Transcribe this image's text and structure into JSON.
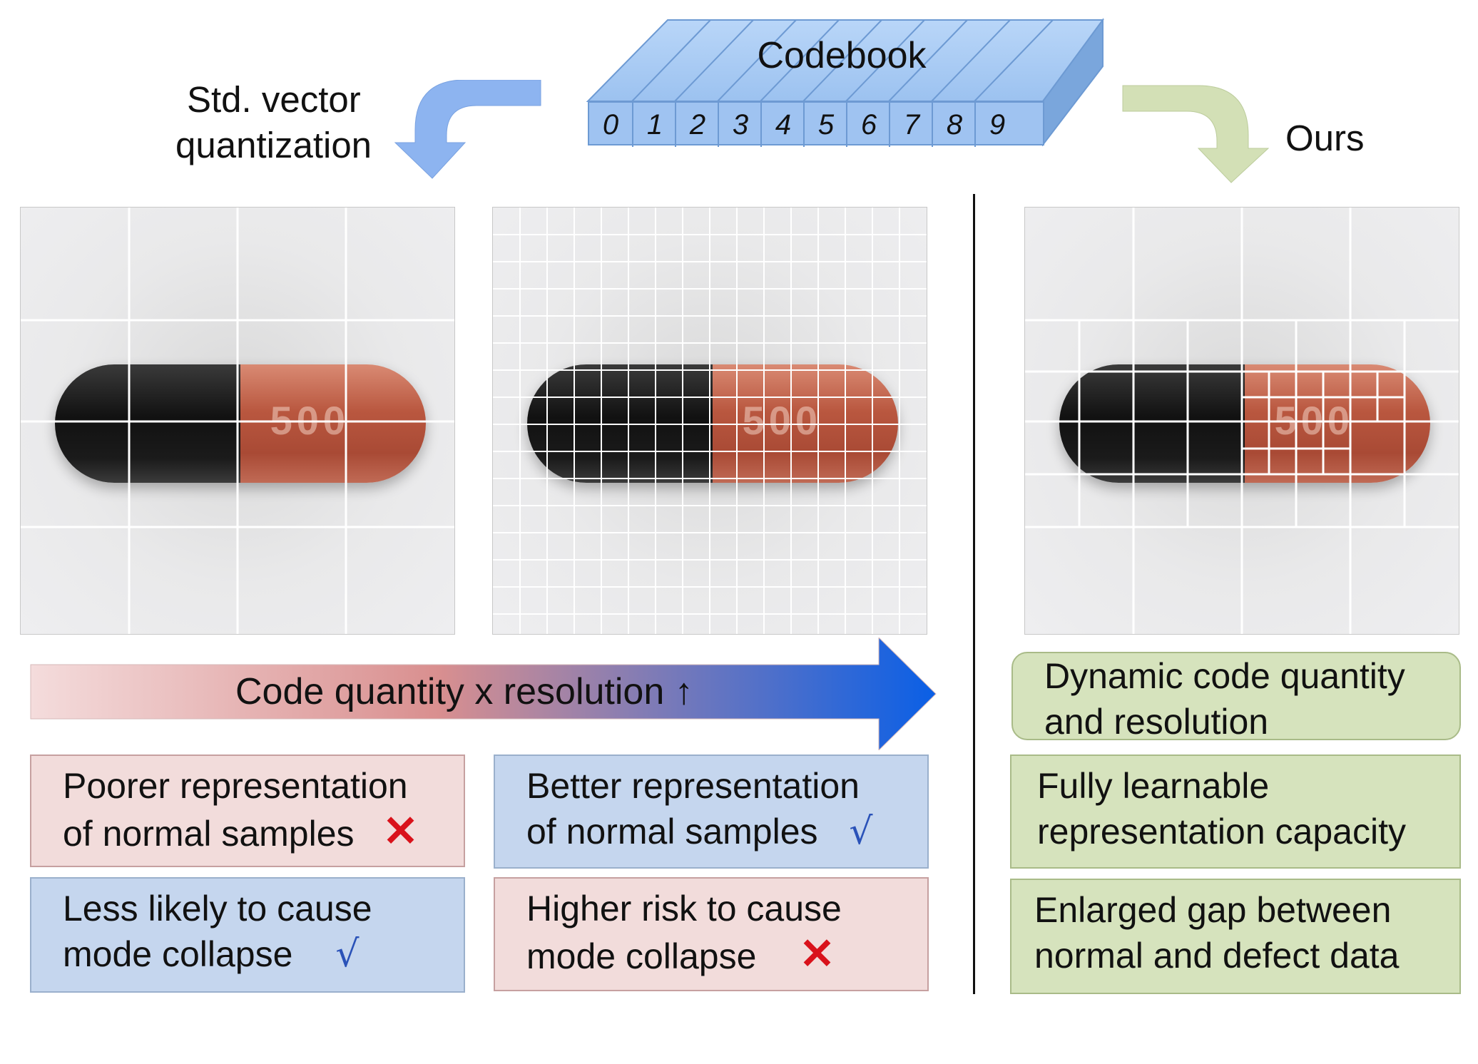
{
  "codebook": {
    "title": "Codebook",
    "codes": [
      "0",
      "1",
      "2",
      "3",
      "4",
      "5",
      "6",
      "7",
      "8",
      "9"
    ]
  },
  "left_label": {
    "line1": "Std. vector",
    "line2": "quantization"
  },
  "right_label": "Ours",
  "panels": [
    {
      "name": "coarse-grid",
      "pill_text": "500"
    },
    {
      "name": "fine-grid",
      "pill_text": "500"
    },
    {
      "name": "dynamic-grid",
      "pill_text": "500"
    }
  ],
  "trend_arrow": {
    "text": "Code quantity x resolution ↑"
  },
  "boxes": {
    "poorer": {
      "line1": "Poorer representation",
      "line2": "of normal samples",
      "mark": "✕"
    },
    "better": {
      "line1": "Better representation",
      "line2": "of normal samples",
      "mark": "√"
    },
    "less_likely": {
      "line1": "Less likely to cause",
      "line2": "mode collapse",
      "mark": "√"
    },
    "higher_risk": {
      "line1": "Higher risk to cause",
      "line2": "mode collapse",
      "mark": "✕"
    },
    "dynamic": {
      "line1": "Dynamic code quantity",
      "line2": "and resolution"
    },
    "learnable": {
      "line1": "Fully learnable",
      "line2": "representation capacity"
    },
    "gap": {
      "line1": "Enlarged gap between",
      "line2": "normal and defect data"
    }
  },
  "colors": {
    "codebook_face": "#9fc3f1",
    "left_arrow": "#8db4f0",
    "right_arrow": "#d3e0b6",
    "trend_start": "#f4dcdc",
    "trend_mid": "#d98f8f",
    "trend_end": "#0a5fe6"
  }
}
